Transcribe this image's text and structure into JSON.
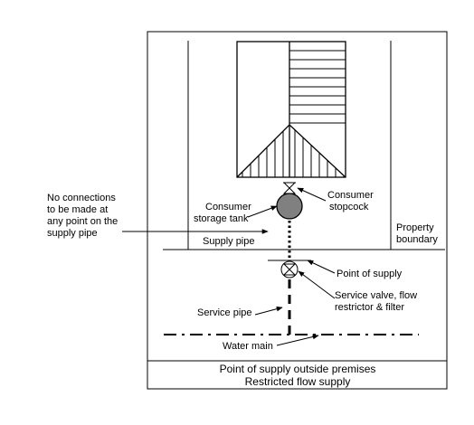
{
  "labels": {
    "no_connections": [
      "No connections",
      "to be made at",
      "any point on the",
      "supply pipe"
    ],
    "consumer_storage_tank": [
      "Consumer",
      "storage tank"
    ],
    "consumer_stopcock": [
      "Consumer",
      "stopcock"
    ],
    "supply_pipe": "Supply pipe",
    "property_boundary": [
      "Property",
      "boundary"
    ],
    "point_of_supply": "Point of supply",
    "service_valve": [
      "Service valve, flow",
      "restrictor & filter"
    ],
    "service_pipe": "Service pipe",
    "water_main": "Water main"
  },
  "caption": {
    "line1": "Point of supply outside premises",
    "line2": "Restricted flow supply"
  }
}
